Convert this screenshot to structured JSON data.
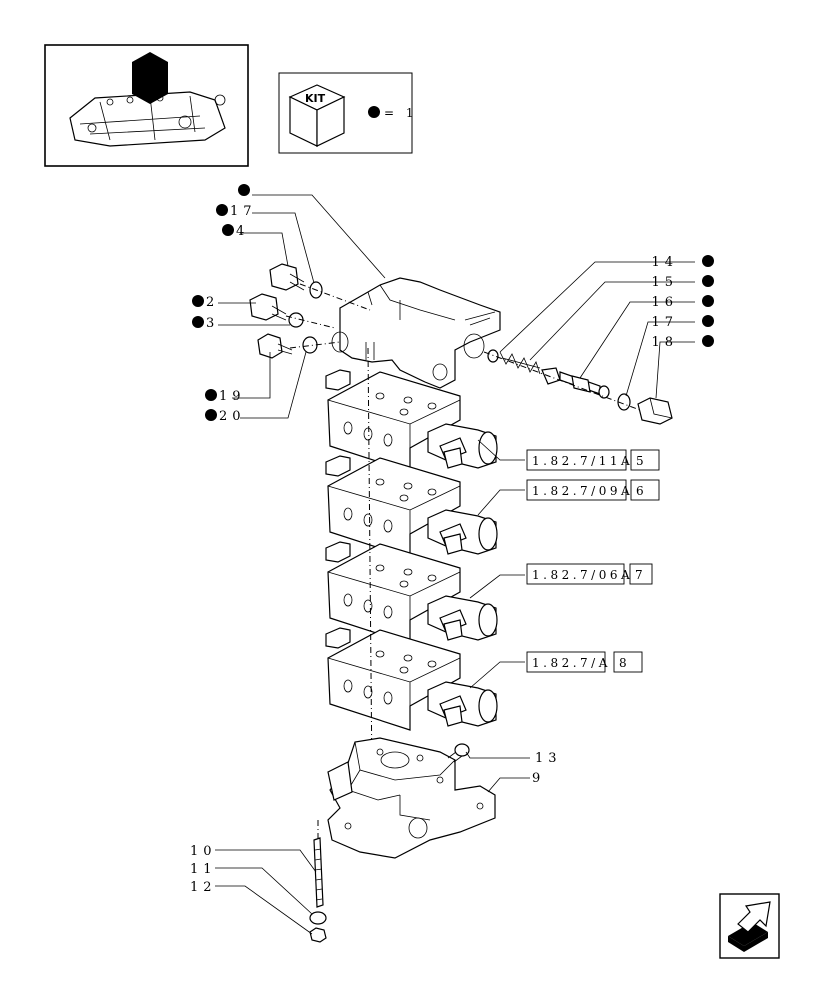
{
  "kit_box": {
    "label": "KIT",
    "legend": "= 1"
  },
  "callouts": {
    "c17a": "17",
    "c4": "4",
    "c2": "2",
    "c3": "3",
    "c19": "19",
    "c20": "20",
    "c14": "14",
    "c15": "15",
    "c16": "16",
    "c17b": "17",
    "c18": "18",
    "c13": "13",
    "c9": "9",
    "c10": "10",
    "c11": "11",
    "c12": "12"
  },
  "refs": [
    {
      "code": "1.82.7/11A",
      "num": "5"
    },
    {
      "code": "1.82.7/09A",
      "num": "6"
    },
    {
      "code": "1.82.7/06A",
      "num": "7"
    },
    {
      "code": "1.82.7/A",
      "num": "8"
    }
  ],
  "nav_icon": "next-page-arrow-icon",
  "thumbnail_icon": "tractor-hitch-thumbnail-icon"
}
